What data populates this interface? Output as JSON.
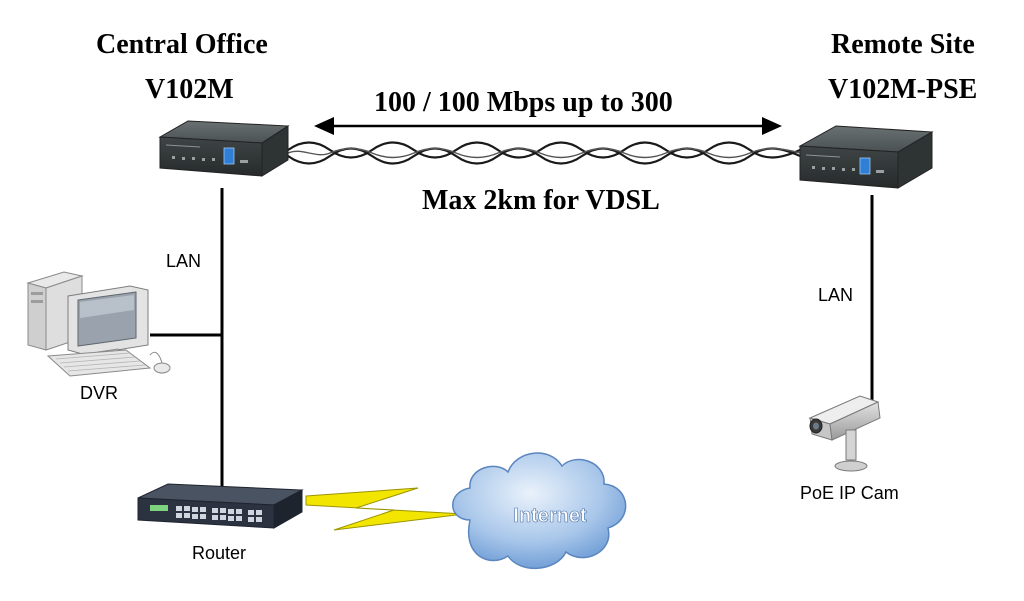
{
  "central": {
    "title": "Central Office",
    "model": "V102M"
  },
  "remote": {
    "title": "Remote Site",
    "model": "V102M-PSE"
  },
  "link": {
    "speed": "100 / 100 Mbps up to 300",
    "distance": "Max 2km for VDSL"
  },
  "labels": {
    "lan_left": "LAN",
    "lan_right": "LAN",
    "dvr": "DVR",
    "router": "Router",
    "internet": "Internet",
    "ipcam": "PoE IP Cam"
  },
  "colors": {
    "line": "#000000",
    "device_body": "#3b4142",
    "device_screen": "#2f7fd6",
    "lightning": "#f2e600",
    "cloud": "#7aa9dd"
  }
}
